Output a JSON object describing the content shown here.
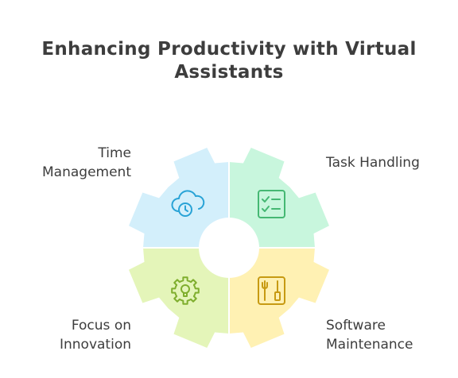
{
  "title": {
    "line1": "Enhancing Productivity with Virtual",
    "line2": "Assistants"
  },
  "segments": [
    {
      "id": "time",
      "label_lines": [
        "Time",
        "Management"
      ],
      "color": "#d3effb",
      "icon": "cloud-clock-icon",
      "icon_color": "#29a3d6"
    },
    {
      "id": "task",
      "label_lines": [
        "Task Handling"
      ],
      "color": "#c8f6dd",
      "icon": "checklist-icon",
      "icon_color": "#45b873"
    },
    {
      "id": "software",
      "label_lines": [
        "Software",
        "Maintenance"
      ],
      "color": "#fff1b3",
      "icon": "tools-icon",
      "icon_color": "#c79a12"
    },
    {
      "id": "innovation",
      "label_lines": [
        "Focus on",
        "Innovation"
      ],
      "color": "#e4f5b9",
      "icon": "gear-lightbulb-icon",
      "icon_color": "#7fae2e"
    }
  ]
}
